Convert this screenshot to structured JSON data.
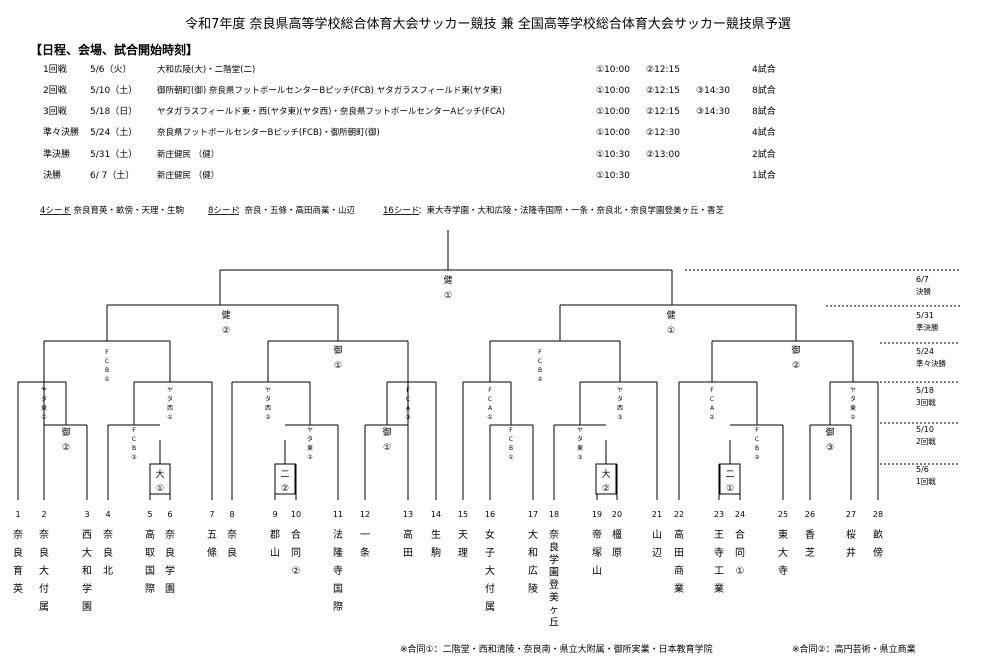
{
  "title": "令和7年度 奈良県高等学校総合体育大会サッカー競技 兼 全国高等学校総合体育大会サッカー競技県予選",
  "schedule_heading": "【日程、会場、試合開始時刻】",
  "schedule": [
    {
      "round": "1回戦",
      "date": "5/6（火）",
      "venue": "大和広陵(大)・二階堂(二)",
      "times": [
        "①10:00",
        "②12:15",
        ""
      ],
      "games": "4試合"
    },
    {
      "round": "2回戦",
      "date": "5/10（土）",
      "venue": "御所朝町(御)  奈良県フットボールセンターBピッチ(FCB)  ヤタガラスフィールド東(ヤタ東)",
      "times": [
        "①10:00",
        "②12:15",
        "③14:30"
      ],
      "games": "8試合"
    },
    {
      "round": "3回戦",
      "date": "5/18（日）",
      "venue": "ヤタガラスフィールド東・西(ヤタ東)(ヤタ西)・奈良県フットボールセンターAピッチ(FCA)",
      "times": [
        "①10:00",
        "②12:15",
        "③14:30"
      ],
      "games": "8試合"
    },
    {
      "round": "準々決勝",
      "date": "5/24（土）",
      "venue": "奈良県フットボールセンターBピッチ(FCB)・御所朝町(御)",
      "times": [
        "①10:00",
        "②12:30",
        ""
      ],
      "games": "4試合"
    },
    {
      "round": "準決勝",
      "date": "5/31（土）",
      "venue": "新庄健民 （健）",
      "times": [
        "①10:30",
        "②13:00",
        ""
      ],
      "games": "2試合"
    },
    {
      "round": "決勝",
      "date": "6/ 7（土）",
      "venue": "新庄健民 （健）",
      "times": [
        "①10:30",
        "",
        ""
      ],
      "games": "1試合"
    }
  ],
  "seeds": {
    "s4_label": "4シード",
    "s4_teams": "：奈良育英・畝傍・天理・生駒",
    "s8_label": "8シード",
    "s8_teams": "：奈良・五條・高田商業・山辺",
    "s16_label": "16シード",
    "s16_teams": "：東大寺学園・大和広陵・法隆寺国際・一条・奈良北・奈良学園登美ヶ丘・香芝"
  },
  "round_labels": [
    {
      "date": "6/7",
      "name": "決勝"
    },
    {
      "date": "5/31",
      "name": "準決勝"
    },
    {
      "date": "5/24",
      "name": "準々決勝"
    },
    {
      "date": "5/18",
      "name": "3回戦"
    },
    {
      "date": "5/10",
      "name": "2回戦"
    },
    {
      "date": "5/6",
      "name": "1回戦"
    }
  ],
  "venues": {
    "final": [
      "健",
      "①"
    ],
    "sf_left": [
      "健",
      "②"
    ],
    "sf_right": [
      "健",
      "①"
    ],
    "qf1": "FCB①",
    "qf2": [
      "御",
      "①"
    ],
    "qf3": "FCB②",
    "qf4": [
      "御",
      "②"
    ],
    "r3_1": "ヤタ東①",
    "r3_2": "ヤタ西①",
    "r3_3": "ヤタ西②",
    "r3_4": "FCA③",
    "r3_5": "FCA①",
    "r3_6": "ヤタ西③",
    "r3_7": "FCA②",
    "r3_8": "ヤタ東①",
    "r2_3_4": [
      "御",
      "②"
    ],
    "r2_5_67": "FCB③",
    "r2_89_10": "ヤタ東②",
    "r2_12_13": [
      "御",
      "①"
    ],
    "r2_16_17": "FCB①",
    "r2_18_1920": "ヤタ東③",
    "r2_2324_25": "FCB②",
    "r2_26_27": [
      "御",
      "③"
    ],
    "r1_6_7": [
      "大",
      "①"
    ],
    "r1_9_10": [
      "二",
      "②"
    ],
    "r1_19_20": [
      "大",
      "②"
    ],
    "r1_23_24": [
      "二",
      "①"
    ]
  },
  "teams": [
    {
      "num": "1",
      "name": "奈良育英"
    },
    {
      "num": "2",
      "name": "奈良大付属"
    },
    {
      "num": "3",
      "name": "西大和学園"
    },
    {
      "num": "4",
      "name": "奈良北"
    },
    {
      "num": "5",
      "name": "高取国際"
    },
    {
      "num": "6",
      "name": "奈良学園"
    },
    {
      "num": "7",
      "name": "五條"
    },
    {
      "num": "8",
      "name": "奈良"
    },
    {
      "num": "9",
      "name": "郡山"
    },
    {
      "num": "10",
      "name": "合同②"
    },
    {
      "num": "11",
      "name": "法隆寺国際"
    },
    {
      "num": "12",
      "name": "一条"
    },
    {
      "num": "13",
      "name": "高田"
    },
    {
      "num": "14",
      "name": "生駒"
    },
    {
      "num": "15",
      "name": "天理"
    },
    {
      "num": "16",
      "name": "女子大付属"
    },
    {
      "num": "17",
      "name": "大和広陵"
    },
    {
      "num": "18",
      "name": "奈良学園登美ヶ丘"
    },
    {
      "num": "19",
      "name": "帝塚山"
    },
    {
      "num": "20",
      "name": "橿原"
    },
    {
      "num": "21",
      "name": "山辺"
    },
    {
      "num": "22",
      "name": "高田商業"
    },
    {
      "num": "23",
      "name": "王寺工業"
    },
    {
      "num": "24",
      "name": "合同①"
    },
    {
      "num": "25",
      "name": "東大寺"
    },
    {
      "num": "26",
      "name": "香芝"
    },
    {
      "num": "27",
      "name": "桜井"
    },
    {
      "num": "28",
      "name": "畝傍"
    }
  ],
  "footnotes": {
    "note1": "※合同①：二階堂・西和清陵・奈良南・県立大附属・御所実業・日本教育学院",
    "note2": "※合同②：高円芸術・県立商業"
  }
}
